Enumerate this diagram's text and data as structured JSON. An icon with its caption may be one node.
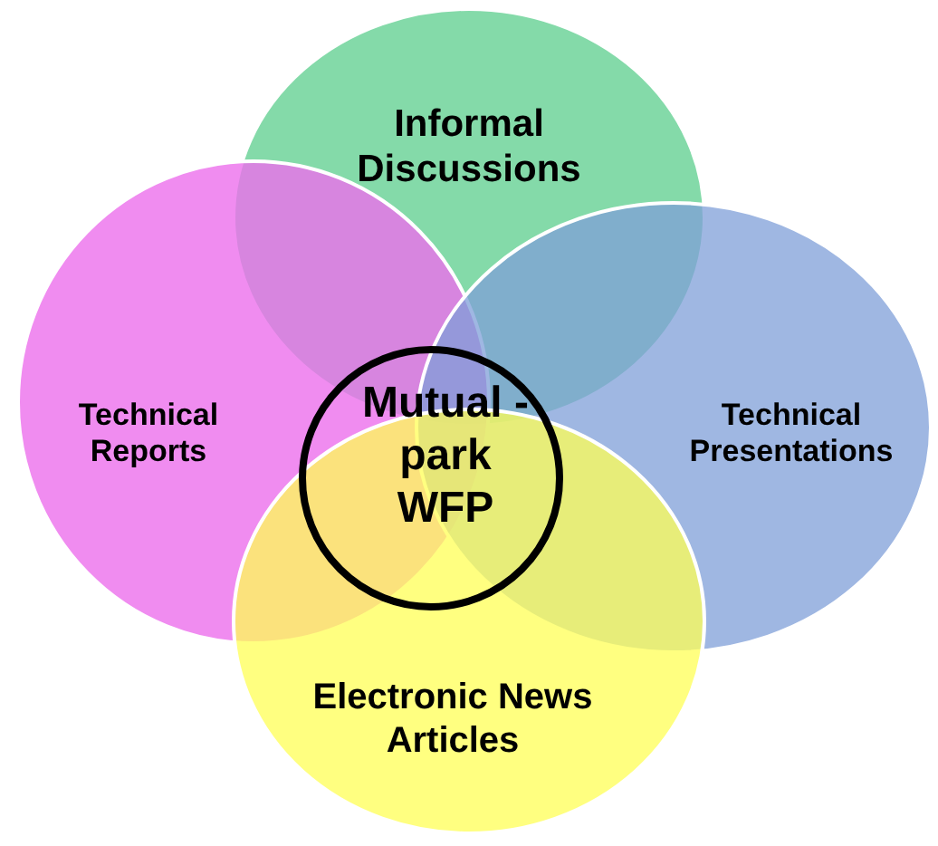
{
  "diagram": {
    "nodes": [
      {
        "text": [
          "Informal Discussions"
        ]
      },
      {
        "text": [
          "Technical Reports"
        ]
      },
      {
        "text": [
          "Mutual -park WFP"
        ]
      },
      {
        "text": [
          "Technical Presentations"
        ]
      },
      {
        "text": [
          "Electronic News Articles"
        ]
      }
    ],
    "edges": []
  }
}
